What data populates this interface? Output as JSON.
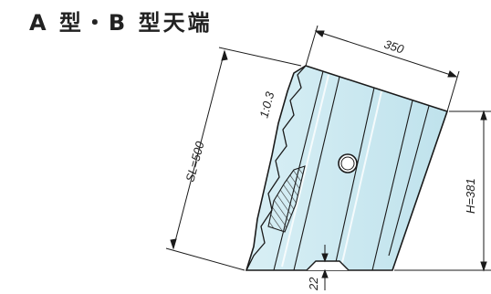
{
  "title": "A 型・B 型天端",
  "dimensions": {
    "top_width": "350",
    "slope_length": "SL=500",
    "slope_ratio": "1:0.3",
    "height": "H=381",
    "bottom_notch": "22"
  },
  "colors": {
    "block_fill": "#c5e6ef",
    "block_fill_light": "#dff2f7",
    "outline": "#1a1a1a"
  }
}
